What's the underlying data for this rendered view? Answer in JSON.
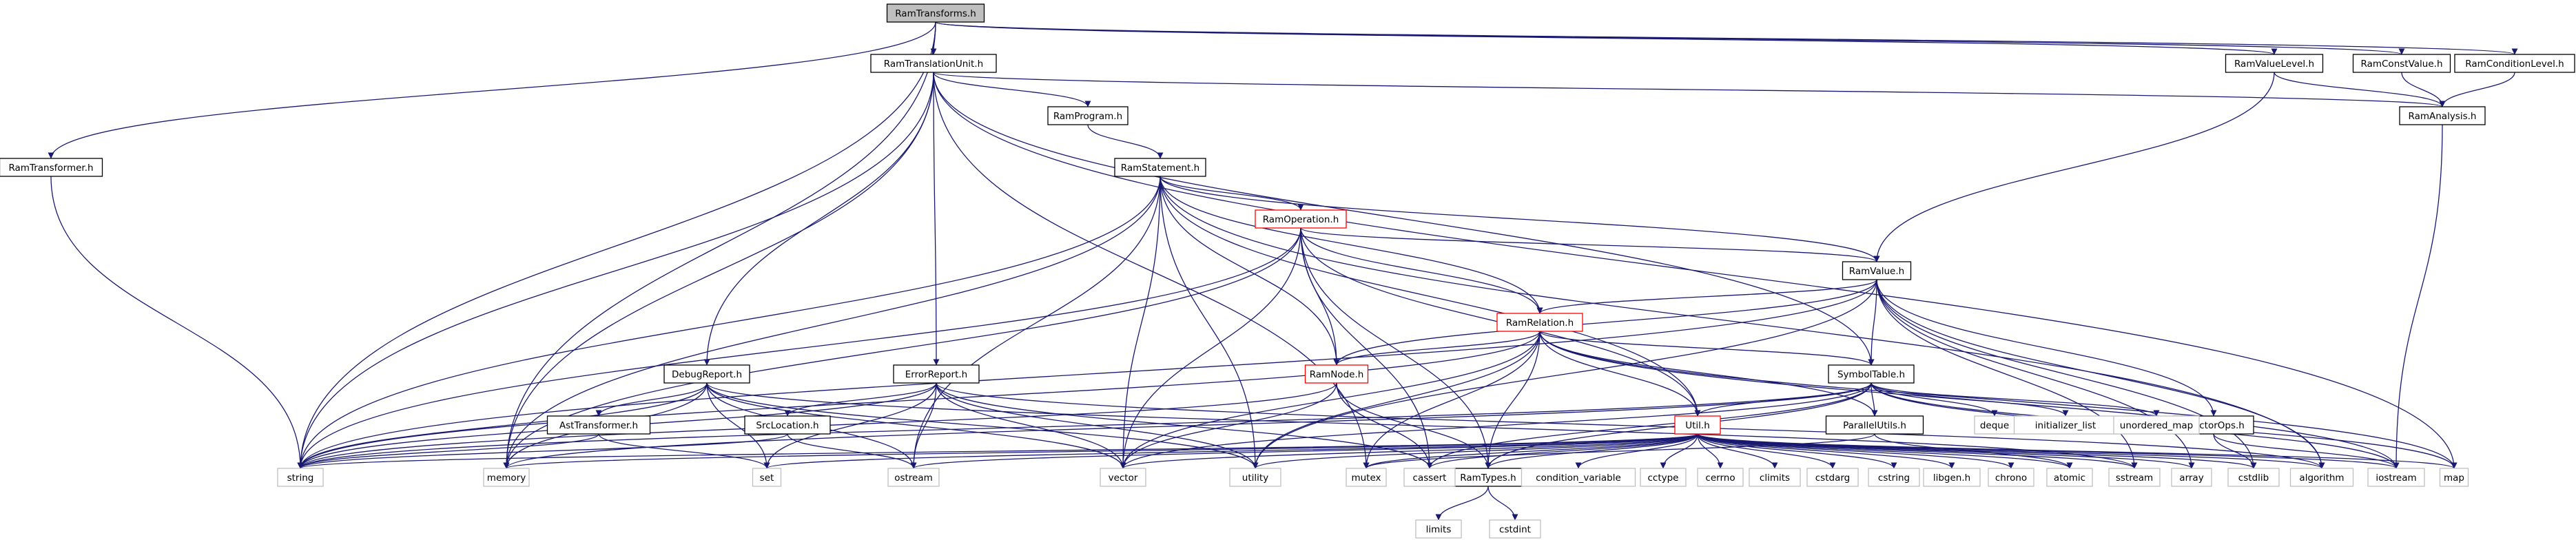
{
  "graph": {
    "nodes": [
      {
        "id": "RamTransforms.h",
        "label": "RamTransforms.h",
        "role": "root"
      },
      {
        "id": "RamTransformer.h",
        "label": "RamTransformer.h",
        "role": "documented"
      },
      {
        "id": "RamTranslationUnit.h",
        "label": "RamTranslationUnit.h",
        "role": "documented"
      },
      {
        "id": "RamValueLevel.h",
        "label": "RamValueLevel.h",
        "role": "documented"
      },
      {
        "id": "RamConstValue.h",
        "label": "RamConstValue.h",
        "role": "documented"
      },
      {
        "id": "RamConditionLevel.h",
        "label": "RamConditionLevel.h",
        "role": "documented"
      },
      {
        "id": "RamAnalysis.h",
        "label": "RamAnalysis.h",
        "role": "documented"
      },
      {
        "id": "RamProgram.h",
        "label": "RamProgram.h",
        "role": "documented"
      },
      {
        "id": "RamStatement.h",
        "label": "RamStatement.h",
        "role": "documented"
      },
      {
        "id": "RamOperation.h",
        "label": "RamOperation.h",
        "role": "truncated"
      },
      {
        "id": "RamValue.h",
        "label": "RamValue.h",
        "role": "documented"
      },
      {
        "id": "RamRelation.h",
        "label": "RamRelation.h",
        "role": "truncated"
      },
      {
        "id": "RamNode.h",
        "label": "RamNode.h",
        "role": "truncated"
      },
      {
        "id": "SymbolTable.h",
        "label": "SymbolTable.h",
        "role": "documented"
      },
      {
        "id": "DebugReport.h",
        "label": "DebugReport.h",
        "role": "documented"
      },
      {
        "id": "ErrorReport.h",
        "label": "ErrorReport.h",
        "role": "documented"
      },
      {
        "id": "AstTransformer.h",
        "label": "AstTransformer.h",
        "role": "documented"
      },
      {
        "id": "SrcLocation.h",
        "label": "SrcLocation.h",
        "role": "documented"
      },
      {
        "id": "ParallelUtils.h",
        "label": "ParallelUtils.h",
        "role": "documented"
      },
      {
        "id": "FunctorOps.h",
        "label": "FunctorOps.h",
        "role": "documented"
      },
      {
        "id": "Util.h",
        "label": "Util.h",
        "role": "truncated"
      },
      {
        "id": "RamTypes.h",
        "label": "RamTypes.h",
        "role": "documented"
      },
      {
        "id": "string",
        "label": "string",
        "role": "system"
      },
      {
        "id": "memory",
        "label": "memory",
        "role": "system"
      },
      {
        "id": "set",
        "label": "set",
        "role": "system"
      },
      {
        "id": "ostream",
        "label": "ostream",
        "role": "system"
      },
      {
        "id": "vector",
        "label": "vector",
        "role": "system"
      },
      {
        "id": "utility",
        "label": "utility",
        "role": "system"
      },
      {
        "id": "mutex",
        "label": "mutex",
        "role": "system"
      },
      {
        "id": "cassert",
        "label": "cassert",
        "role": "system"
      },
      {
        "id": "condition_variable",
        "label": "condition_variable",
        "role": "system"
      },
      {
        "id": "cctype",
        "label": "cctype",
        "role": "system"
      },
      {
        "id": "cerrno",
        "label": "cerrno",
        "role": "system"
      },
      {
        "id": "climits",
        "label": "climits",
        "role": "system"
      },
      {
        "id": "cstdarg",
        "label": "cstdarg",
        "role": "system"
      },
      {
        "id": "cstring",
        "label": "cstring",
        "role": "system"
      },
      {
        "id": "libgen.h",
        "label": "libgen.h",
        "role": "system"
      },
      {
        "id": "chrono",
        "label": "chrono",
        "role": "system"
      },
      {
        "id": "atomic",
        "label": "atomic",
        "role": "system"
      },
      {
        "id": "sstream",
        "label": "sstream",
        "role": "system"
      },
      {
        "id": "array",
        "label": "array",
        "role": "system"
      },
      {
        "id": "cstdlib",
        "label": "cstdlib",
        "role": "system"
      },
      {
        "id": "algorithm",
        "label": "algorithm",
        "role": "system"
      },
      {
        "id": "iostream",
        "label": "iostream",
        "role": "system"
      },
      {
        "id": "map",
        "label": "map",
        "role": "system"
      },
      {
        "id": "deque",
        "label": "deque",
        "role": "system"
      },
      {
        "id": "initializer_list",
        "label": "initializer_list",
        "role": "system"
      },
      {
        "id": "unordered_map",
        "label": "unordered_map",
        "role": "system"
      },
      {
        "id": "limits",
        "label": "limits",
        "role": "system"
      },
      {
        "id": "cstdint",
        "label": "cstdint",
        "role": "system"
      }
    ],
    "edges": [
      [
        "RamTransforms.h",
        "RamTransformer.h"
      ],
      [
        "RamTransforms.h",
        "RamTranslationUnit.h"
      ],
      [
        "RamTransforms.h",
        "RamValueLevel.h"
      ],
      [
        "RamTransforms.h",
        "RamConstValue.h"
      ],
      [
        "RamTransforms.h",
        "RamConditionLevel.h"
      ],
      [
        "RamTransforms.h",
        "string"
      ],
      [
        "RamTransforms.h",
        "memory"
      ],
      [
        "RamTransformer.h",
        "string"
      ],
      [
        "RamTranslationUnit.h",
        "RamProgram.h"
      ],
      [
        "RamTranslationUnit.h",
        "RamAnalysis.h"
      ],
      [
        "RamTranslationUnit.h",
        "DebugReport.h"
      ],
      [
        "RamTranslationUnit.h",
        "ErrorReport.h"
      ],
      [
        "RamTranslationUnit.h",
        "SymbolTable.h"
      ],
      [
        "RamTranslationUnit.h",
        "string"
      ],
      [
        "RamTranslationUnit.h",
        "memory"
      ],
      [
        "RamTranslationUnit.h",
        "map"
      ],
      [
        "RamTranslationUnit.h",
        "mutex"
      ],
      [
        "RamValueLevel.h",
        "RamAnalysis.h"
      ],
      [
        "RamValueLevel.h",
        "RamValue.h"
      ],
      [
        "RamConstValue.h",
        "RamAnalysis.h"
      ],
      [
        "RamConditionLevel.h",
        "RamAnalysis.h"
      ],
      [
        "RamAnalysis.h",
        "iostream"
      ],
      [
        "RamProgram.h",
        "RamStatement.h"
      ],
      [
        "RamStatement.h",
        "RamOperation.h"
      ],
      [
        "RamStatement.h",
        "RamRelation.h"
      ],
      [
        "RamStatement.h",
        "RamNode.h"
      ],
      [
        "RamStatement.h",
        "RamValue.h"
      ],
      [
        "RamStatement.h",
        "Util.h"
      ],
      [
        "RamStatement.h",
        "string"
      ],
      [
        "RamStatement.h",
        "memory"
      ],
      [
        "RamStatement.h",
        "ostream"
      ],
      [
        "RamStatement.h",
        "vector"
      ],
      [
        "RamStatement.h",
        "utility"
      ],
      [
        "RamStatement.h",
        "algorithm"
      ],
      [
        "RamOperation.h",
        "RamValue.h"
      ],
      [
        "RamOperation.h",
        "RamRelation.h"
      ],
      [
        "RamOperation.h",
        "RamNode.h"
      ],
      [
        "RamOperation.h",
        "Util.h"
      ],
      [
        "RamOperation.h",
        "RamTypes.h"
      ],
      [
        "RamOperation.h",
        "string"
      ],
      [
        "RamOperation.h",
        "memory"
      ],
      [
        "RamOperation.h",
        "vector"
      ],
      [
        "RamOperation.h",
        "cassert"
      ],
      [
        "RamValue.h",
        "RamRelation.h"
      ],
      [
        "RamValue.h",
        "RamNode.h"
      ],
      [
        "RamValue.h",
        "SymbolTable.h"
      ],
      [
        "RamValue.h",
        "FunctorOps.h"
      ],
      [
        "RamValue.h",
        "string"
      ],
      [
        "RamValue.h",
        "utility"
      ],
      [
        "RamValue.h",
        "cstdlib"
      ],
      [
        "RamValue.h",
        "algorithm"
      ],
      [
        "RamValue.h",
        "array"
      ],
      [
        "RamValue.h",
        "sstream"
      ],
      [
        "RamRelation.h",
        "RamNode.h"
      ],
      [
        "RamRelation.h",
        "SymbolTable.h"
      ],
      [
        "RamRelation.h",
        "Util.h"
      ],
      [
        "RamRelation.h",
        "ParallelUtils.h"
      ],
      [
        "RamRelation.h",
        "RamTypes.h"
      ],
      [
        "RamRelation.h",
        "string"
      ],
      [
        "RamRelation.h",
        "utility"
      ],
      [
        "RamRelation.h",
        "vector"
      ],
      [
        "RamRelation.h",
        "mutex"
      ],
      [
        "RamRelation.h",
        "iostream"
      ],
      [
        "RamRelation.h",
        "map"
      ],
      [
        "RamNode.h",
        "vector"
      ],
      [
        "RamNode.h",
        "cassert"
      ],
      [
        "RamNode.h",
        "string"
      ],
      [
        "RamNode.h",
        "RamTypes.h"
      ],
      [
        "SymbolTable.h",
        "ParallelUtils.h"
      ],
      [
        "SymbolTable.h",
        "Util.h"
      ],
      [
        "SymbolTable.h",
        "RamTypes.h"
      ],
      [
        "SymbolTable.h",
        "deque"
      ],
      [
        "SymbolTable.h",
        "initializer_list"
      ],
      [
        "SymbolTable.h",
        "unordered_map"
      ],
      [
        "SymbolTable.h",
        "map"
      ],
      [
        "SymbolTable.h",
        "iostream"
      ],
      [
        "SymbolTable.h",
        "memory"
      ],
      [
        "SymbolTable.h",
        "string"
      ],
      [
        "SymbolTable.h",
        "vector"
      ],
      [
        "SymbolTable.h",
        "cassert"
      ],
      [
        "DebugReport.h",
        "AstTransformer.h"
      ],
      [
        "DebugReport.h",
        "string"
      ],
      [
        "DebugReport.h",
        "memory"
      ],
      [
        "DebugReport.h",
        "set"
      ],
      [
        "DebugReport.h",
        "ostream"
      ],
      [
        "DebugReport.h",
        "vector"
      ],
      [
        "DebugReport.h",
        "sstream"
      ],
      [
        "DebugReport.h",
        "utility"
      ],
      [
        "ErrorReport.h",
        "SrcLocation.h"
      ],
      [
        "ErrorReport.h",
        "string"
      ],
      [
        "ErrorReport.h",
        "set"
      ],
      [
        "ErrorReport.h",
        "ostream"
      ],
      [
        "ErrorReport.h",
        "vector"
      ],
      [
        "ErrorReport.h",
        "utility"
      ],
      [
        "ErrorReport.h",
        "cassert"
      ],
      [
        "ErrorReport.h",
        "algorithm"
      ],
      [
        "AstTransformer.h",
        "string"
      ],
      [
        "AstTransformer.h",
        "set"
      ],
      [
        "SrcLocation.h",
        "string"
      ],
      [
        "SrcLocation.h",
        "ostream"
      ],
      [
        "ParallelUtils.h",
        "atomic"
      ],
      [
        "ParallelUtils.h",
        "mutex"
      ],
      [
        "FunctorOps.h",
        "cstdlib"
      ],
      [
        "FunctorOps.h",
        "iostream"
      ],
      [
        "Util.h",
        "RamTypes.h"
      ],
      [
        "Util.h",
        "set"
      ],
      [
        "Util.h",
        "ostream"
      ],
      [
        "Util.h",
        "vector"
      ],
      [
        "Util.h",
        "utility"
      ],
      [
        "Util.h",
        "mutex"
      ],
      [
        "Util.h",
        "cassert"
      ],
      [
        "Util.h",
        "condition_variable"
      ],
      [
        "Util.h",
        "cctype"
      ],
      [
        "Util.h",
        "cerrno"
      ],
      [
        "Util.h",
        "climits"
      ],
      [
        "Util.h",
        "cstdarg"
      ],
      [
        "Util.h",
        "cstring"
      ],
      [
        "Util.h",
        "libgen.h"
      ],
      [
        "Util.h",
        "chrono"
      ],
      [
        "Util.h",
        "atomic"
      ],
      [
        "Util.h",
        "sstream"
      ],
      [
        "Util.h",
        "array"
      ],
      [
        "Util.h",
        "cstdlib"
      ],
      [
        "Util.h",
        "algorithm"
      ],
      [
        "Util.h",
        "iostream"
      ],
      [
        "Util.h",
        "map"
      ],
      [
        "Util.h",
        "string"
      ],
      [
        "Util.h",
        "memory"
      ],
      [
        "RamTypes.h",
        "limits"
      ],
      [
        "RamTypes.h",
        "cstdint"
      ]
    ]
  },
  "colors": {
    "edge": "#191970",
    "root_fill": "#bfbfbf",
    "node_fill": "#ffffff",
    "node_border": "#000000",
    "truncated_border": "#ff0000",
    "system_border": "#bfbfbf",
    "text": "#000000"
  }
}
